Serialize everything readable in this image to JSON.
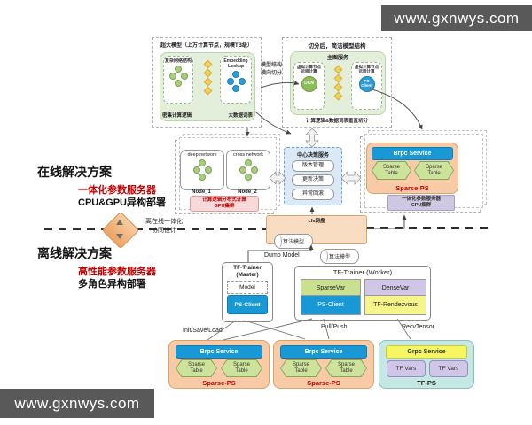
{
  "banners": {
    "top": "www.gxnwys.com",
    "bottom": "www.gxnwys.com"
  },
  "colors": {
    "accent_red": "#c00000",
    "brpc_blue": "#1899d5",
    "box_orange": "#f8cba6",
    "hex_green": "#cde39b",
    "lavender": "#cfc6e8",
    "yellow": "#f5f566",
    "teal": "#c6e8e5",
    "diamond_orange": "#eda35f",
    "banner_gray": "#595959"
  },
  "top_left_model": {
    "title": "超大模型（上万计算节点，规模TB级）",
    "left_panel": "复杂网络结构",
    "right_panel_line1": "Embedding",
    "right_panel_line2": "Lookup",
    "left_bottom": "密集计算逻辑",
    "right_bottom": "大数据词表"
  },
  "split_label": {
    "line1": "模型结构",
    "line2": "横向切分"
  },
  "top_right_model": {
    "title": "切分后，简洁模型结构",
    "top_label": "主图服务",
    "node_line1": "虚拟计算节点",
    "node_line2": "远程计算",
    "left_circle": "DCN",
    "right_circle_line1": "PS",
    "right_circle_line2": "Client",
    "bottom_label": "计算逻辑&数据词表垂直切分"
  },
  "online_section": {
    "title": "在线解决方案",
    "sub_red": "一体化参数服务器",
    "sub_black": "CPU&GPU异构部署"
  },
  "gpu_box": {
    "node1_title": "deep network",
    "node2_title": "cross network",
    "node1_label": "Node_1",
    "node2_label": "Node_2",
    "cluster_line1": "计算逻辑分布式计算",
    "cluster_line2": "GPU集群"
  },
  "decision_box": {
    "title": "中心决策服务",
    "items": [
      "版本管理",
      "更新决策",
      "异常回滚"
    ]
  },
  "online_ps": {
    "service": "Brpc Service",
    "table_line1": "Sparse",
    "table_line2": "Table",
    "name": "Sparse-PS",
    "cluster_line1": "一体化参数服务器",
    "cluster_line2": "CPU集群"
  },
  "cfs_bar": {
    "title": "cfs网盘",
    "model1": "算法模型",
    "model2": "算法模型"
  },
  "divider": {
    "note_line1": "离在线一体化",
    "note_line2": "协同设计"
  },
  "offline_section": {
    "title": "离线解决方案",
    "sub_red": "高性能参数服务器",
    "sub_black": "多角色异构部署"
  },
  "flow_labels": {
    "dump": "Dump Model",
    "init": "Init/Save/Load",
    "pull": "Pull/Push",
    "recv": "RecvTensor"
  },
  "master_box": {
    "title_line1": "TF-Trainer",
    "title_line2": "(Master)",
    "model": "Model",
    "client": "PS-Client"
  },
  "worker_box": {
    "title": "TF-Trainer (Worker)",
    "sparse_var": "SparseVar",
    "ps_client": "PS-Client",
    "dense_var": "DenseVar",
    "rendezvous": "TF-Rendezvous"
  },
  "bottom_row": {
    "sparse1": {
      "service": "Brpc Service",
      "table_line1": "Sparse",
      "table_line2": "Table",
      "name": "Sparse-PS"
    },
    "sparse2": {
      "service": "Brpc Service",
      "table_line1": "Sparse",
      "table_line2": "Table",
      "name": "Sparse-PS"
    },
    "tf_ps": {
      "service": "Grpc Service",
      "var1": "TF Vars",
      "var2": "TF Vars",
      "name": "TF-PS"
    }
  }
}
